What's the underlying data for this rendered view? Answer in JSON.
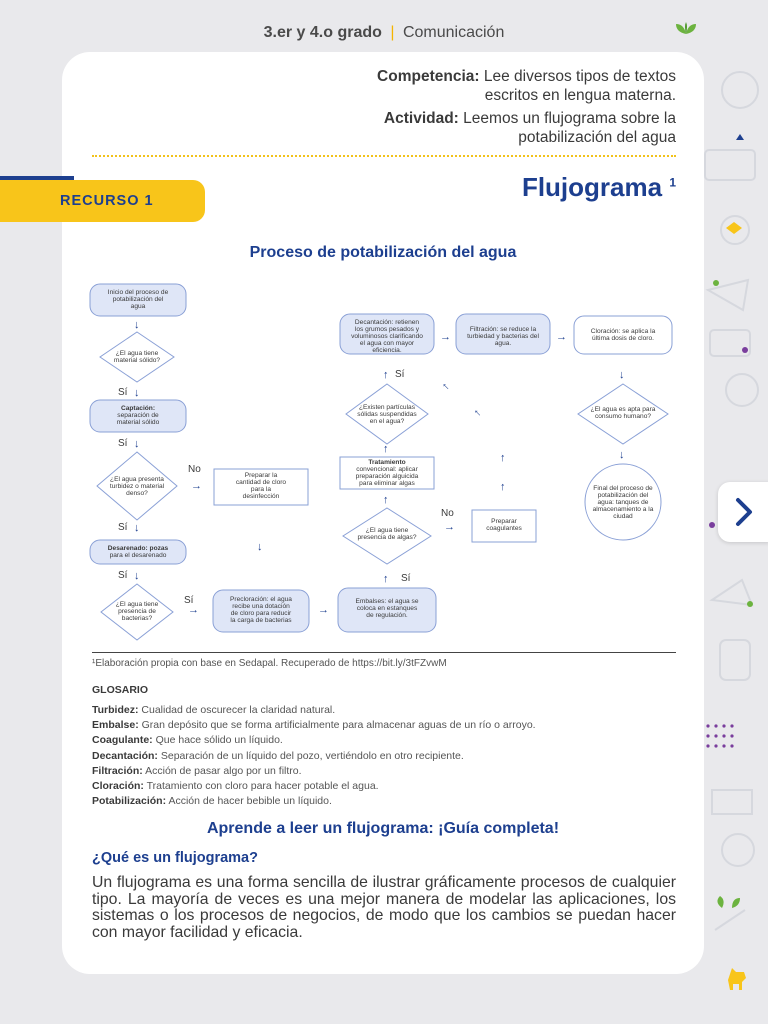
{
  "header": {
    "grade": "3.er y 4.o grado",
    "separator": "|",
    "subject": "Comunicación"
  },
  "meta": {
    "competencia_label": "Competencia:",
    "competencia_line1": "Lee diversos tipos de textos",
    "competencia_line2": "escritos en lengua materna.",
    "actividad_label": "Actividad:",
    "actividad_line1": "Leemos un flujograma sobre la",
    "actividad_line2": "potabilización del agua"
  },
  "resource_tab": "RECURSO 1",
  "main_title": "Flujograma",
  "main_title_sup": "1",
  "diagram": {
    "title": "Proceso de potabilización del agua",
    "start": [
      "Inicio del proceso de",
      "potabilización del",
      "agua"
    ],
    "q1": [
      "¿El agua tiene",
      "material sólido?"
    ],
    "si": "Sí",
    "no": "No",
    "captacion": [
      "Captación:",
      "separación de",
      "material sólido"
    ],
    "q2": [
      "¿El agua presenta",
      "turbidez o material",
      "denso?"
    ],
    "cloro_prep": [
      "Preparar la",
      "cantidad de cloro",
      "para la",
      "desinfección"
    ],
    "desarenado": [
      "Desarenado: pozas",
      "para el desarenado"
    ],
    "q3": [
      "¿El agua tiene",
      "presencia de",
      "bacterias?"
    ],
    "precloracion": [
      "Precloración: el agua",
      "recibe una dotación",
      "de cloro para reducir",
      "la carga de bacterias"
    ],
    "embalses": [
      "Embalses: el agua se",
      "coloca en estanques",
      "de regulación."
    ],
    "q4": [
      "¿El agua tiene",
      "presencia de algas?"
    ],
    "coagulantes": [
      "Preparar",
      "coagulantes"
    ],
    "tratamiento": [
      "Tratamiento",
      "convencional: aplicar",
      "preparación alguicida",
      "para eliminar algas"
    ],
    "q5": [
      "¿Existen partículas",
      "sólidas suspendidas",
      "en el agua?"
    ],
    "decantacion": [
      "Decantación: retienen",
      "los grumos pesados y",
      "voluminosos clarificando",
      "el agua con mayor",
      "eficiencia."
    ],
    "filtracion": [
      "Filtración: se reduce la",
      "turbiedad y bacterias del",
      "agua."
    ],
    "cloracion": [
      "Cloración: se aplica la",
      "última dosis de cloro."
    ],
    "q6": [
      "¿El agua es apta para",
      "consumo humano?"
    ],
    "end": [
      "Final del proceso de",
      "potabilización del",
      "agua: tanques de",
      "almacenamiento a la",
      "ciudad"
    ]
  },
  "footnote": "¹Elaboración propia con base en Sedapal. Recuperado de https://bit.ly/3tFZvwM",
  "glossary": {
    "title": "GLOSARIO",
    "items": [
      {
        "term": "Turbidez:",
        "def": "Cualidad de oscurecer la claridad natural."
      },
      {
        "term": "Embalse:",
        "def": "Gran depósito que se forma artificialmente para almacenar aguas de un río o arroyo."
      },
      {
        "term": "Coagulante:",
        "def": "Que hace sólido un líquido."
      },
      {
        "term": "Decantación:",
        "def": "Separación de un líquido del pozo, vertiéndolo en otro recipiente."
      },
      {
        "term": "Filtración:",
        "def": "Acción de pasar algo por un filtro."
      },
      {
        "term": "Cloración:",
        "def": "Tratamiento con cloro para hacer potable el agua."
      },
      {
        "term": "Potabilización:",
        "def": "Acción de hacer bebible un líquido."
      }
    ]
  },
  "guide_title": "Aprende a leer un flujograma: ¡Guía completa!",
  "what_title": "¿Qué es un flujograma?",
  "body": "Un flujograma es una forma sencilla de ilustrar gráficamente procesos de cualquier tipo. La mayoría de veces es una mejor manera de modelar las aplicaciones, los sistemas o los procesos de negocios, de modo que los cambios se puedan hacer con mayor facilidad y eficacia.",
  "colors": {
    "navy": "#1d3f8f",
    "yellow": "#f8c51a",
    "box_fill": "#dfe6f7",
    "box_stroke": "#8aa0d6",
    "green": "#6cb33f"
  }
}
